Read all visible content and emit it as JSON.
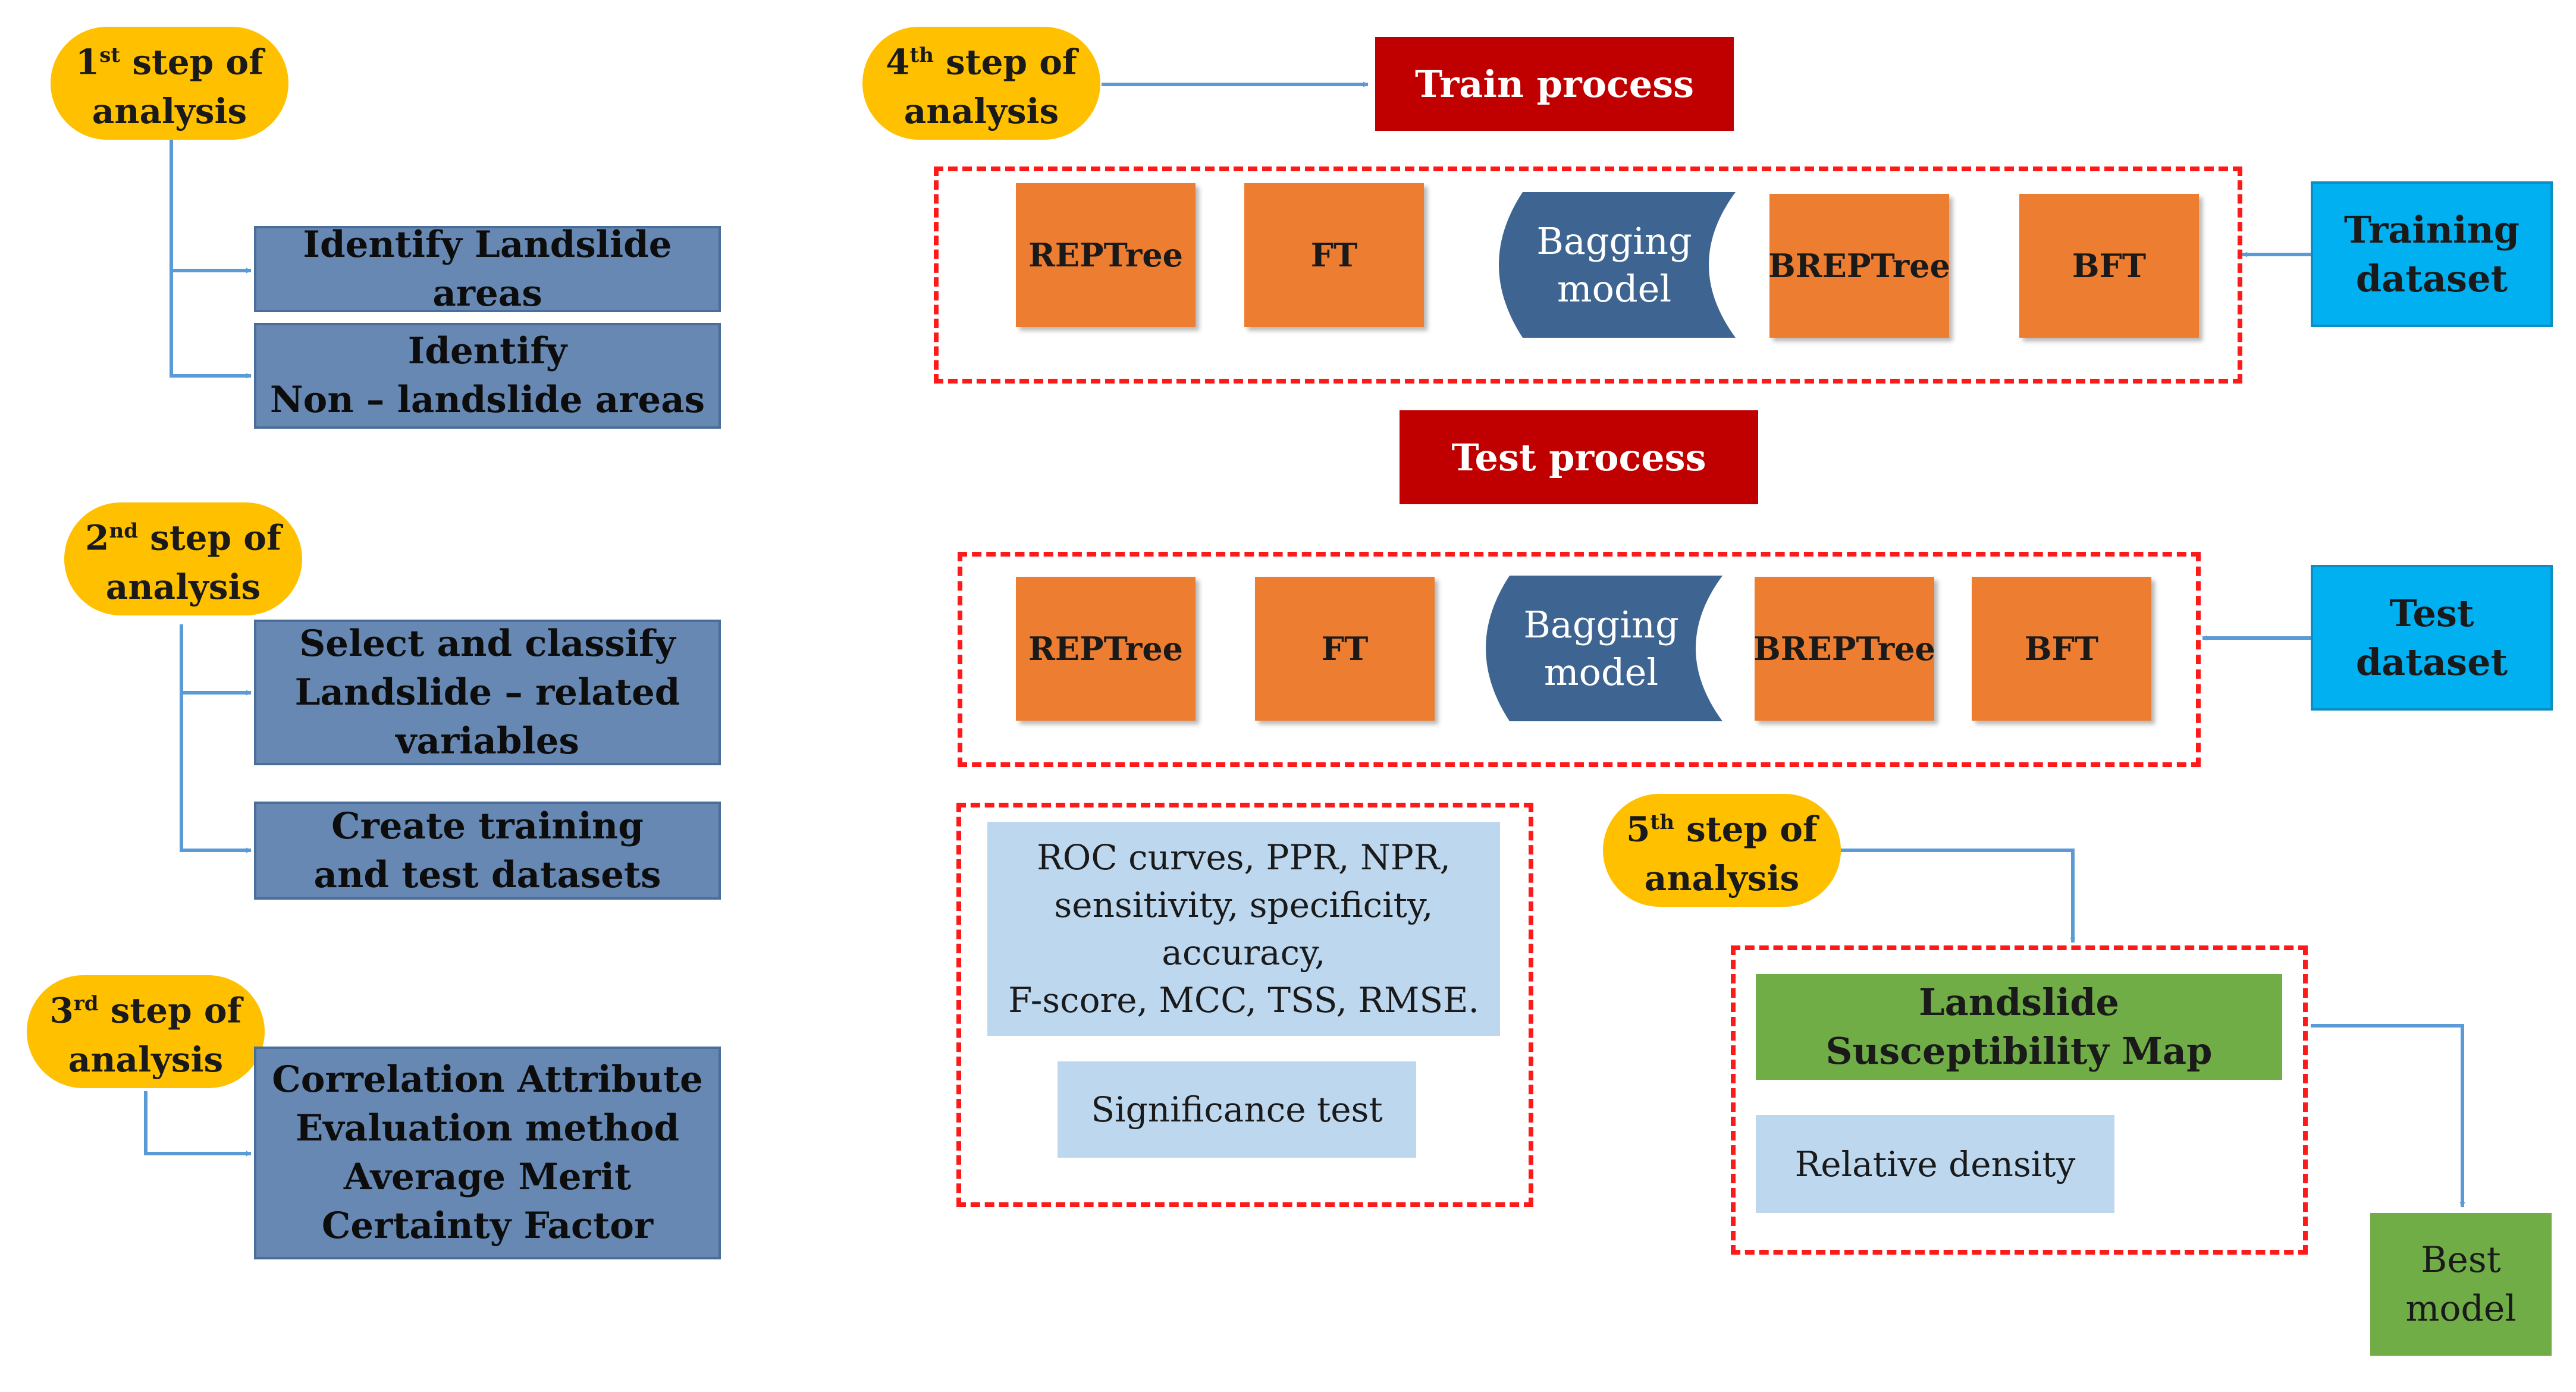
{
  "colors": {
    "step_pill": "#ffc000",
    "left_box": "#6688b2",
    "process_header": "#c00000",
    "model_box": "#ed7d31",
    "bagging": "#3e6591",
    "dataset_box": "#00b0f0",
    "metric_box": "#bdd7ee",
    "output_box": "#70ad47",
    "dashed_frame": "#ff1a1a",
    "connector": "#5b9bd5"
  },
  "steps": [
    {
      "ordinal": "1",
      "suffix": "st",
      "rest": " step of",
      "line2": "analysis"
    },
    {
      "ordinal": "2",
      "suffix": "nd",
      "rest": " step of",
      "line2": "analysis"
    },
    {
      "ordinal": "3",
      "suffix": "rd",
      "rest": " step of",
      "line2": "analysis"
    },
    {
      "ordinal": "4",
      "suffix": "th",
      "rest": " step of",
      "line2": "analysis"
    },
    {
      "ordinal": "5",
      "suffix": "th",
      "rest": " step of",
      "line2": "analysis"
    }
  ],
  "step1": {
    "identify_landslide": "Identify Landslide areas",
    "identify_nonlandslide": "Identify\nNon – landslide areas"
  },
  "step2": {
    "select_classify": "Select and classify\nLandslide –  related\nvariables",
    "create_datasets": "Create training\nand test datasets"
  },
  "step3": {
    "method": "Correlation Attribute\nEvaluation method\nAverage Merit\nCertainty Factor"
  },
  "train": {
    "header": "Train process",
    "models": [
      "REPTree",
      "FT",
      "BREPTree",
      "BFT"
    ],
    "bagging": "Bagging\nmodel",
    "dataset": "Training\ndataset"
  },
  "test": {
    "header": "Test process",
    "models": [
      "REPTree",
      "FT",
      "BREPTree",
      "BFT"
    ],
    "bagging": "Bagging\nmodel",
    "dataset": "Test\ndataset"
  },
  "evaluation": {
    "metrics": "ROC curves, PPR, NPR,\nsensitivity, specificity, accuracy,\nF-score, MCC,  TSS, RMSE.",
    "significance": "Significance test"
  },
  "step5": {
    "map": "Landslide\nSusceptibility Map",
    "relative_density": "Relative density",
    "best_model": "Best\nmodel"
  }
}
